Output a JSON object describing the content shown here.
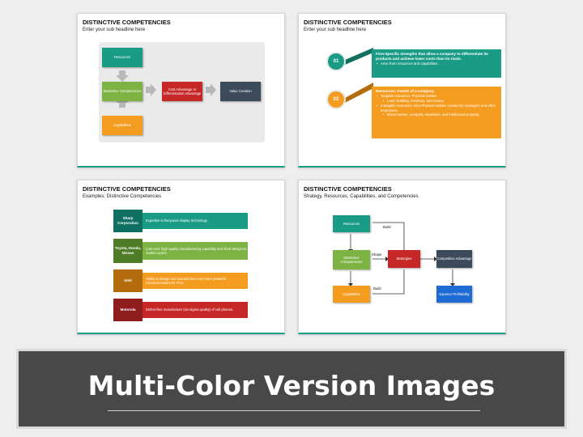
{
  "colors": {
    "teal": "#1a9b86",
    "green": "#7cb342",
    "orange": "#f39c1f",
    "red": "#c0392b",
    "navy": "#3d4a5c",
    "blue": "#1e6bd6",
    "dark": "#484848"
  },
  "slide1": {
    "title": "DISTINCTIVE COMPETENCIES",
    "subtitle": "Enter your sub headline here",
    "resources": "Resources",
    "distinctive": "Distinctive Competencies",
    "capabilities": "Capabilities",
    "advantage": "Cost Advantage or Differentiation Advantage",
    "value": "Value Creation"
  },
  "slide2": {
    "title": "DISTINCTIVE COMPETENCIES",
    "subtitle": "Enter your sub headline here",
    "item1": {
      "number": "01",
      "heading": "Firm-Specific strengths that allow a company to differentiate its products and achieve lower costs than its rivals.",
      "bullet": "Arise from resources and capabilities."
    },
    "item2": {
      "number": "02",
      "heading": "Resources: Assets of a company",
      "b1": "Tangible resources: Physical entities",
      "b1a": "Land, building, inventory, and money.",
      "b2": "Intangible resources: Non-Physical entities created by managers and other employees.",
      "b2a": "Brand names, company reputation, and intellectual property."
    }
  },
  "slide3": {
    "title": "DISTINCTIVE COMPETENCIES",
    "subtitle": "Examples: Distinctive Competencies",
    "rows": [
      {
        "company": "Sharp Corporation",
        "desc": "Expertise in flat-panel display technology."
      },
      {
        "company": "Toyota, Honda, Nissan",
        "desc": "Low-cost, high-quality manufacturing capability and short design-to-market cycles."
      },
      {
        "company": "Intel",
        "desc": "Ability to design and manufacture ever more powerful microprocessors for PCs."
      },
      {
        "company": "Motorola",
        "desc": "Defect-free manufacture (six-sigma quality) of cell phones."
      }
    ]
  },
  "slide4": {
    "title": "DISTINCTIVE COMPETENCIES",
    "subtitle": "Strategy, Resources, Capabilities, and Competencies",
    "resources": "Resources",
    "distinctive": "Distinctive Competencies",
    "capabilities": "Capabilities",
    "strategies": "Strategies",
    "competitive": "Competitive Advantage",
    "superior": "Superior Profitability",
    "build1": "Build",
    "shape": "Shape",
    "build2": "Build"
  },
  "banner": {
    "title": "Multi-Color Version Images"
  }
}
